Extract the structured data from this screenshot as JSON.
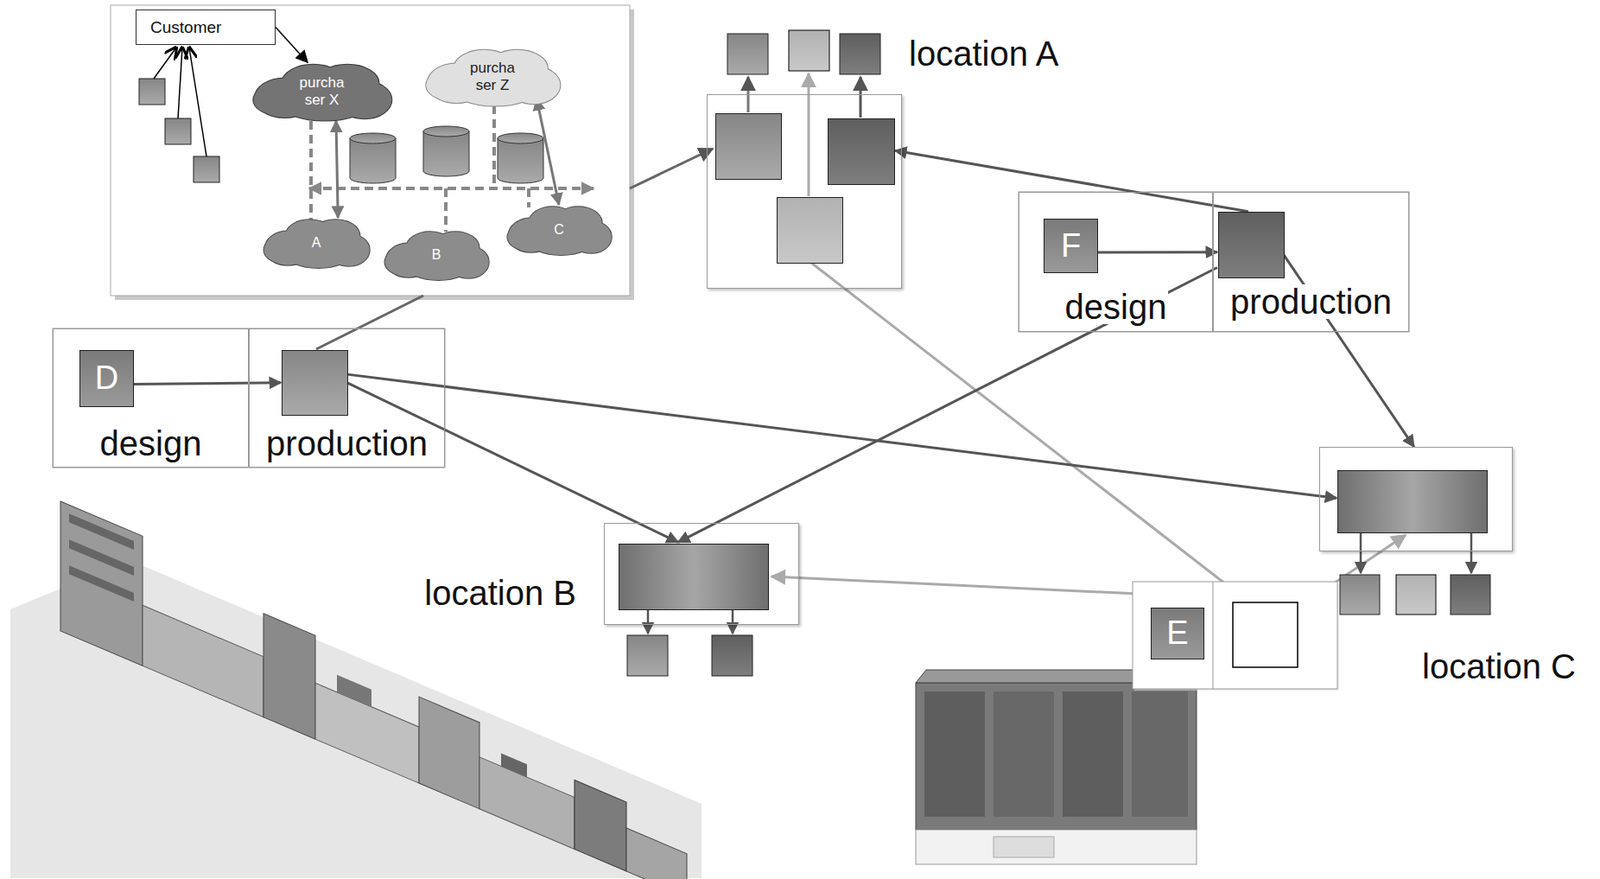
{
  "diagram": {
    "nodes": [
      {
        "text": [
          "Customer"
        ]
      },
      {
        "text": [
          "purcha ser X"
        ]
      },
      {
        "text": [
          "purcha ser Z"
        ]
      },
      {
        "text": [
          "A"
        ]
      },
      {
        "text": [
          "B"
        ]
      },
      {
        "text": [
          "C"
        ]
      },
      {
        "text": [
          "location A"
        ]
      },
      {
        "text": [
          "design"
        ]
      },
      {
        "text": [
          "D"
        ],
        "in": 7
      },
      {
        "text": [
          "production"
        ]
      },
      {
        "text": [
          "design"
        ]
      },
      {
        "text": [
          "F"
        ],
        "in": 10
      },
      {
        "text": [
          "production"
        ]
      },
      {
        "text": [
          "location B"
        ]
      },
      {
        "text": [
          "E"
        ]
      },
      {
        "text": [
          "location C"
        ]
      }
    ],
    "edges": [
      {
        "from": 0,
        "to": 1,
        "arrow": "to"
      },
      {
        "from": 1,
        "to": 3,
        "arrow": "both"
      },
      {
        "from": 2,
        "to": 5,
        "arrow": "both"
      },
      {
        "from": 8,
        "to": 9,
        "arrow": "to"
      },
      {
        "from": 11,
        "to": 12,
        "arrow": "to"
      },
      {
        "from": 9,
        "to": 13,
        "arrow": "to"
      },
      {
        "from": 9,
        "to": 15,
        "arrow": "to"
      },
      {
        "from": 12,
        "to": 6,
        "arrow": "to"
      },
      {
        "from": 12,
        "to": 13,
        "arrow": "to"
      },
      {
        "from": 12,
        "to": 15,
        "arrow": "to"
      }
    ]
  }
}
